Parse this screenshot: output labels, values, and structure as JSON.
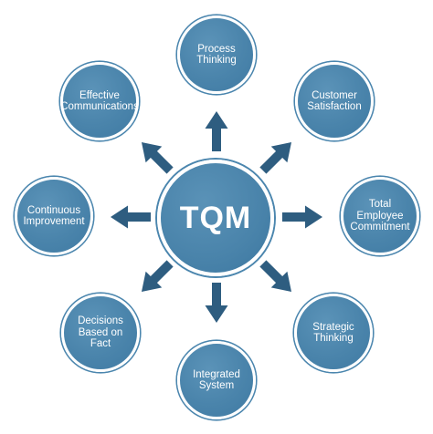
{
  "center": {
    "label": "TQM"
  },
  "nodes": [
    {
      "id": "process-thinking",
      "label": "Process\nThinking"
    },
    {
      "id": "customer-satisfaction",
      "label": "Customer\nSatisfaction"
    },
    {
      "id": "total-employee-commitment",
      "label": "Total\nEmployee\nCommitment"
    },
    {
      "id": "strategic-thinking",
      "label": "Strategic\nThinking"
    },
    {
      "id": "integrated-system",
      "label": "Integrated\nSystem"
    },
    {
      "id": "decisions-based-on-fact",
      "label": "Decisions\nBased on Fact"
    },
    {
      "id": "continuous-improvement",
      "label": "Continuous\nImprovement"
    },
    {
      "id": "effective-communications",
      "label": "Effective\nCommunications"
    }
  ],
  "colors": {
    "node_fill": "#4a84ab",
    "arrow": "#2e5d80",
    "ring": "#4b86ae"
  }
}
